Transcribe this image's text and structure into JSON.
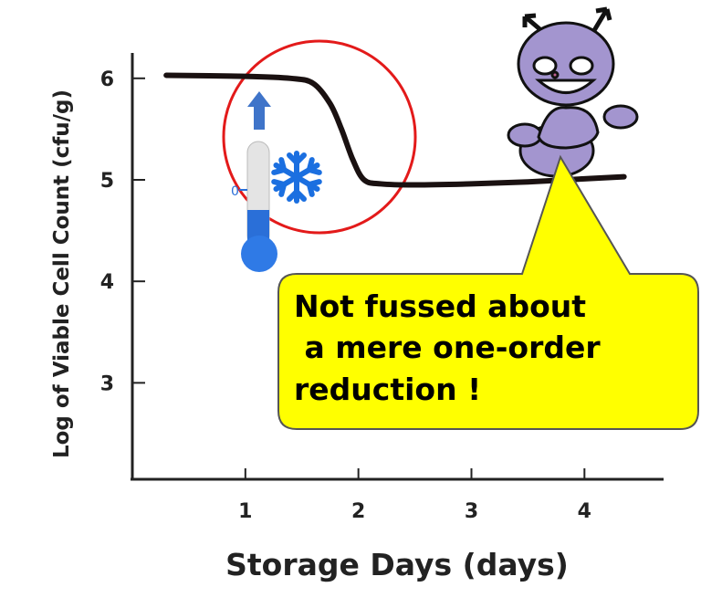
{
  "chart_data": {
    "type": "line",
    "title": "",
    "xlabel": "Storage Days (days)",
    "ylabel": "Log of Viable Cell Count (cfu/g)",
    "xlim": [
      0,
      4.7
    ],
    "ylim": [
      2.05,
      6.25
    ],
    "xticks": [
      1,
      2,
      3,
      4
    ],
    "yticks": [
      3,
      4,
      5,
      6
    ],
    "grid": false,
    "series": [
      {
        "color": "#1a1111",
        "x": [
          0.3,
          1.0,
          1.4,
          1.6,
          1.75,
          1.85,
          1.95,
          2.05,
          2.2,
          2.5,
          3.0,
          3.5,
          4.0,
          4.35
        ],
        "y": [
          6.03,
          6.02,
          6.0,
          5.95,
          5.75,
          5.5,
          5.2,
          5.0,
          4.96,
          4.95,
          4.96,
          4.98,
          5.01,
          5.03
        ]
      }
    ],
    "annotations": {
      "callout_lines": [
        "Not fussed about",
        " a mere one-order",
        "reduction !"
      ],
      "callout_color": "#ffff00",
      "highlight_circle_color": "#e31a1a",
      "thermometer_label": "0",
      "icons": [
        "thermometer-icon",
        "up-arrow-icon",
        "snowflake-icon",
        "germ-character-icon"
      ]
    }
  }
}
